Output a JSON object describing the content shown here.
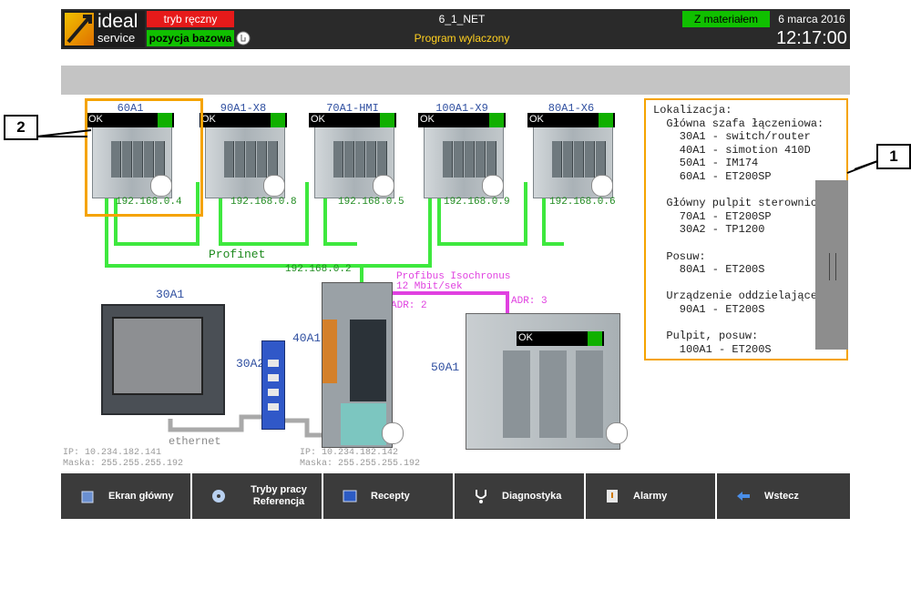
{
  "header": {
    "logo_word1": "ideal",
    "logo_word2": "service",
    "mode_label": "tryb ręczny",
    "position_label": "pozycja bazowa",
    "project_name": "6_1_NET",
    "program_status": "Program wylaczony",
    "material_label": "Z materiałem",
    "date": "6 marca 2016",
    "time": "12:17:00"
  },
  "modules": [
    {
      "name": "60A1",
      "status": "OK",
      "ip": "192.168.0.4"
    },
    {
      "name": "90A1-X8",
      "status": "OK",
      "ip": "192.168.0.8"
    },
    {
      "name": "70A1-HMI",
      "status": "OK",
      "ip": "192.168.0.5"
    },
    {
      "name": "100A1-X9",
      "status": "OK",
      "ip": "192.168.0.9"
    },
    {
      "name": "80A1-X6",
      "status": "OK",
      "ip": "192.168.0.6"
    }
  ],
  "network": {
    "profinet_label": "Profinet",
    "main_ip": "192.168.0.2",
    "profibus_label": "Profibus Isochronus",
    "profibus_speed": "12 Mbit/sek",
    "adr_40": "ADR: 2",
    "adr_50": "ADR: 3",
    "ethernet_label": "ethernet"
  },
  "devices": {
    "hmi_label": "30A1",
    "switch_label": "30A2",
    "cpu_label": "40A1",
    "im_label": "50A1",
    "im_status": "OK",
    "hmi_ip": "IP: 10.234.182.141",
    "hmi_mask": "Maska: 255.255.255.192",
    "cpu_ip": "IP: 10.234.182.142",
    "cpu_mask": "Maska: 255.255.255.192"
  },
  "info_panel": {
    "lines": [
      "Lokalizacja:",
      "  Główna szafa łączeniowa:",
      "    30A1 - switch/router",
      "    40A1 - simotion 410D",
      "    50A1 - IM174",
      "    60A1 - ET200SP",
      "",
      "  Główny pulpit sterowniczy",
      "    70A1 - ET200SP",
      "    30A2 - TP1200",
      "",
      "  Posuw:",
      "    80A1 - ET200S",
      "",
      "  Urządzenie oddzielające",
      "    90A1 - ET200S",
      "",
      "  Pulpit, posuw:",
      "    100A1 - ET200S"
    ]
  },
  "callouts": {
    "one": "1",
    "two": "2"
  },
  "footer": {
    "buttons": [
      {
        "label": "Ekran główny",
        "icon": "home-icon"
      },
      {
        "label": "Tryby pracy Referencja",
        "icon": "cd-icon"
      },
      {
        "label": "Recepty",
        "icon": "recipe-icon"
      },
      {
        "label": "Diagnostyka",
        "icon": "stethoscope-icon"
      },
      {
        "label": "Alarmy",
        "icon": "alarm-icon"
      },
      {
        "label": "Wstecz",
        "icon": "arrow-left-icon"
      }
    ]
  },
  "colors": {
    "header_bg": "#2a2a2a",
    "mode_red": "#e61a1a",
    "ok_green": "#10c000",
    "profinet_green": "#3ee83e",
    "profibus_magenta": "#e040e0",
    "highlight_orange": "#f5a300",
    "footer_bg": "#3b3b3b"
  }
}
